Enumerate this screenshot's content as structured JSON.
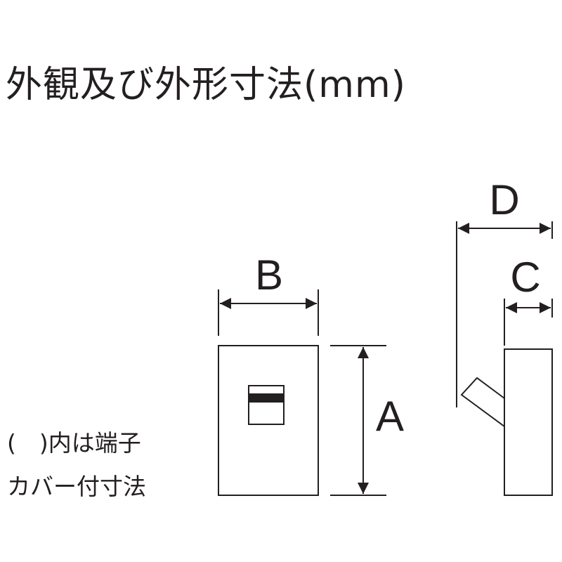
{
  "title": "外観及び外形寸法(mm)",
  "dimensions": {
    "A": "A",
    "B": "B",
    "C": "C",
    "D": "D"
  },
  "note": {
    "line1": "(　)内は端子",
    "line2": "カバー付寸法"
  }
}
